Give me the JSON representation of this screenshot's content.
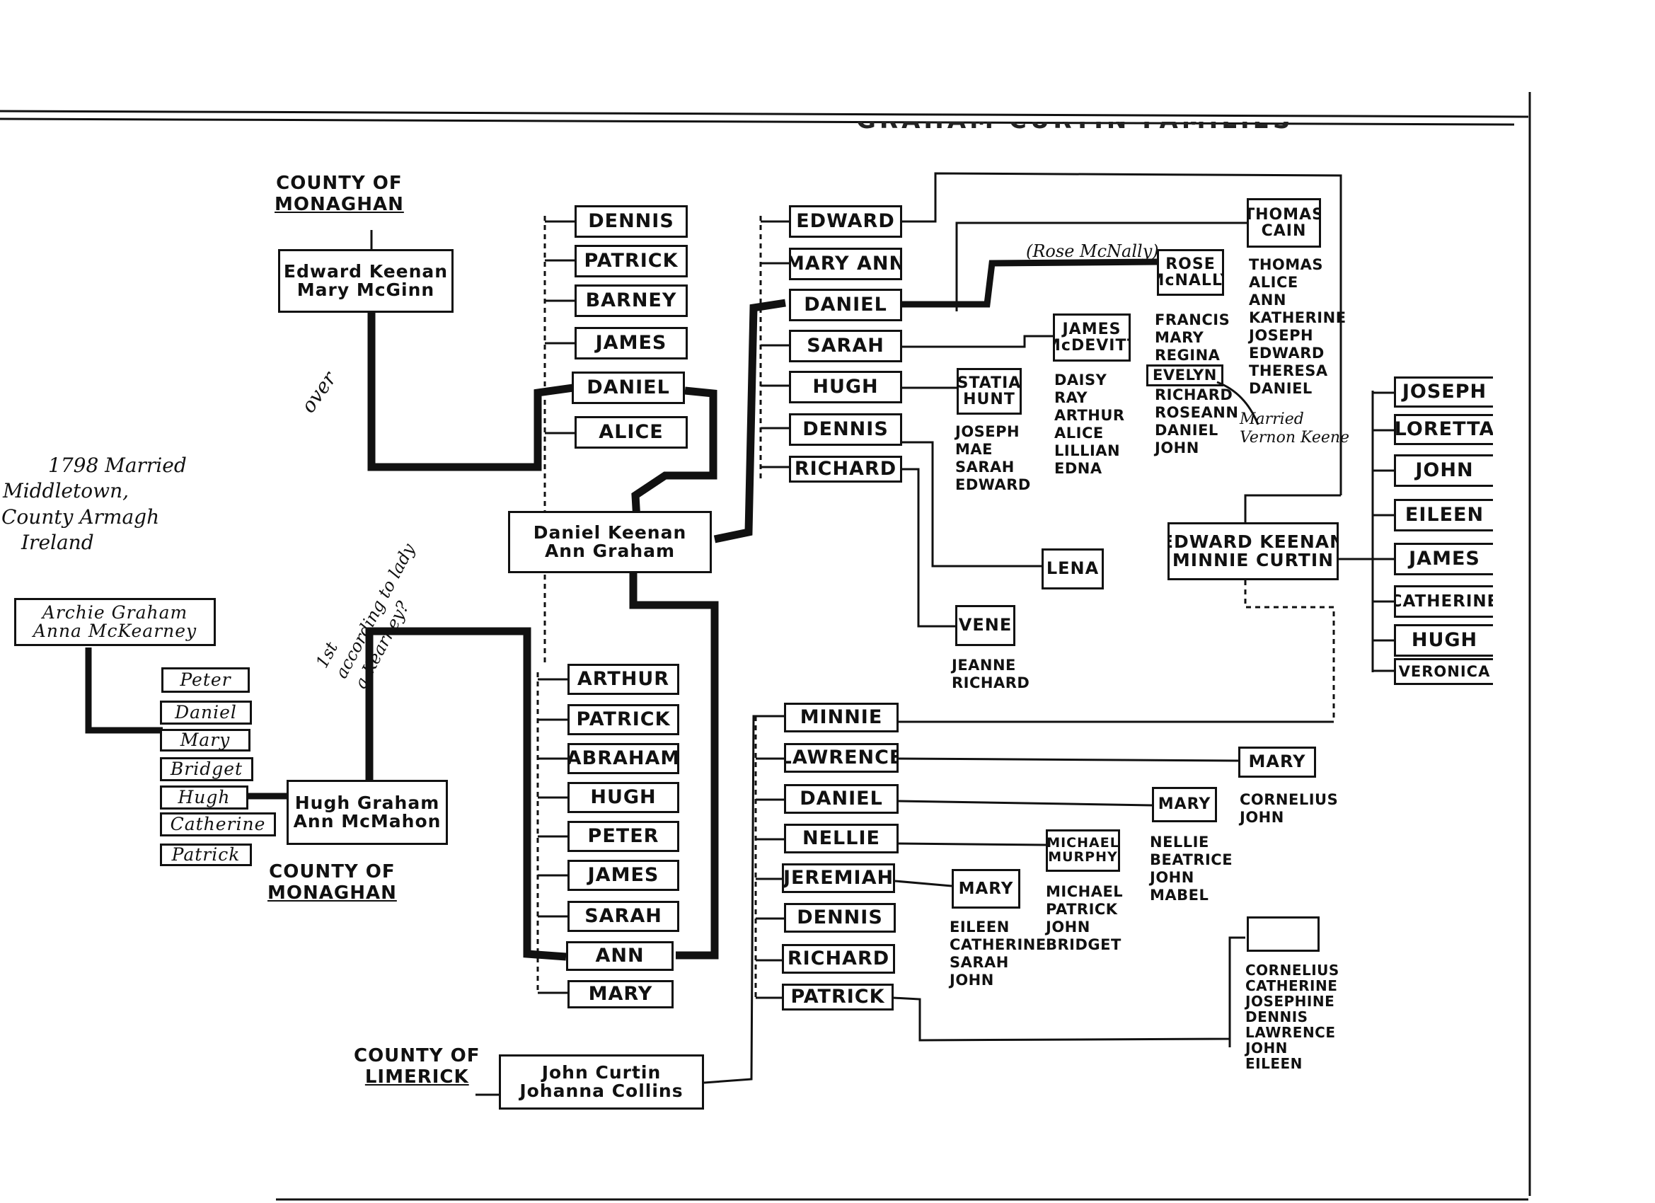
{
  "title_fragment": "GRAHAM CURTIN FAMILIES",
  "ancestors": {
    "graham_elder": {
      "husband": "Archie Graham",
      "wife": "Anna McKearney"
    },
    "graham_elder_note": [
      "1798 Married",
      "Middletown,",
      "County Armagh",
      "Ireland"
    ],
    "graham_elder_children": [
      "Peter",
      "Daniel",
      "Mary",
      "Bridget",
      "Hugh",
      "Catherine",
      "Patrick"
    ],
    "keenan_elder": {
      "husband": "Edward Keenan",
      "wife": "Mary McGinn"
    },
    "keenan_elder_origin": [
      "COUNTY OF",
      "MONAGHAN"
    ],
    "hugh_graham": {
      "husband": "Hugh Graham",
      "wife": "Ann McMahon"
    },
    "hugh_graham_origin": [
      "COUNTY OF",
      "MONAGHAN"
    ],
    "curtin_elder": {
      "husband": "John Curtin",
      "wife": "Johanna Collins"
    },
    "curtin_elder_origin": [
      "COUNTY OF",
      "LIMERICK"
    ]
  },
  "keenan_elder_children": [
    "DENNIS",
    "PATRICK",
    "BARNEY",
    "JAMES",
    "DANIEL",
    "ALICE"
  ],
  "hugh_graham_children": [
    "ARTHUR",
    "PATRICK",
    "ABRAHAM",
    "HUGH",
    "PETER",
    "JAMES",
    "SARAH",
    "ANN",
    "MARY"
  ],
  "center_couple": {
    "husband": "Daniel Keenan",
    "wife": "Ann Graham"
  },
  "center_children": [
    "EDWARD",
    "MARY ANN",
    "DANIEL",
    "SARAH",
    "HUGH",
    "DENNIS",
    "RICHARD"
  ],
  "spouses": {
    "statia_hunt": {
      "line1": "STATIA",
      "line2": "HUNT"
    },
    "james_mcdevitt": {
      "line1": "JAMES",
      "line2": "McDEVITT"
    },
    "rose_mcnally": {
      "line1": "ROSE",
      "line2": "McNALLY"
    },
    "thomas_cain": {
      "line1": "THOMAS",
      "line2": "CAIN"
    },
    "lena": "LENA",
    "vene": "VENE"
  },
  "grandchildren": {
    "hugh_statia": [
      "JOSEPH",
      "MAE",
      "SARAH",
      "EDWARD"
    ],
    "sarah_mcdevitt": [
      "DAISY",
      "RAY",
      "ARTHUR",
      "ALICE",
      "LILLIAN",
      "EDNA"
    ],
    "daniel_rose": [
      "FRANCIS",
      "MARY",
      "REGINA",
      "EVELYN",
      "RICHARD",
      "ROSEANN",
      "DANIEL",
      "JOHN"
    ],
    "edward_cain": [
      "THOMAS",
      "ALICE",
      "ANN",
      "KATHERINE",
      "JOSEPH",
      "EDWARD",
      "THERESA",
      "DANIEL"
    ],
    "richard_vene": [
      "JEANNE",
      "RICHARD"
    ]
  },
  "notes": {
    "rose_mcnally": "(Rose McNally)",
    "evelyn_married": [
      "Married",
      "Vernon Keene"
    ],
    "over": "over",
    "archie_arrow": [
      "1st",
      "according to lady",
      "a Kearney?"
    ]
  },
  "curtin_children": [
    "MINNIE",
    "LAWRENCE",
    "DANIEL",
    "NELLIE",
    "JEREMIAH",
    "DENNIS",
    "RICHARD",
    "PATRICK"
  ],
  "curtin_spouses": {
    "lawrence_mary": "MARY",
    "daniel_mary": "MARY",
    "nellie_murphy": {
      "line1": "MICHAEL",
      "line2": "MURPHY"
    },
    "jeremiah_mary": "MARY",
    "patrick_spouse": ""
  },
  "curtin_grandchildren": {
    "lawrence": [
      "CORNELIUS",
      "JOHN"
    ],
    "daniel": [
      "NELLIE",
      "BEATRICE",
      "JOHN",
      "MABEL"
    ],
    "nellie": [
      "MICHAEL",
      "PATRICK",
      "JOHN",
      "BRIDGET"
    ],
    "jeremiah": [
      "EILEEN",
      "CATHERINE",
      "SARAH",
      "JOHN"
    ],
    "patrick": [
      "CORNELIUS",
      "CATHERINE",
      "JOSEPHINE",
      "DENNIS",
      "LAWRENCE",
      "JOHN",
      "EILEEN"
    ]
  },
  "final_couple": {
    "husband": "EDWARD KEENAN",
    "wife": "MINNIE CURTIN"
  },
  "final_children": [
    "JOSEPH",
    "LORETTA",
    "JOHN",
    "EILEEN",
    "JAMES",
    "CATHERINE",
    "HUGH",
    "VERONICA"
  ]
}
